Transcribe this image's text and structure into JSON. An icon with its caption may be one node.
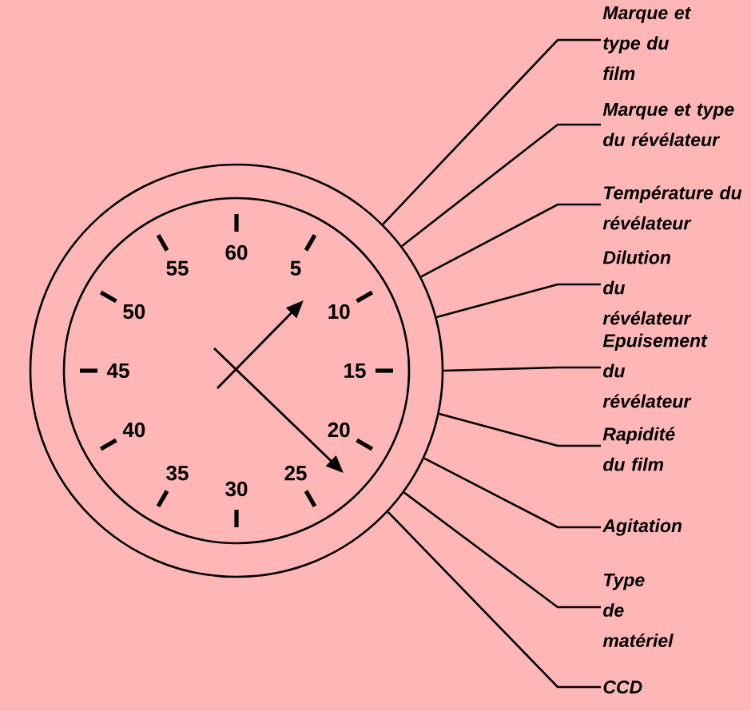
{
  "diagram": {
    "nodes": [
      {
        "text": [],
        "shape": "circle"
      },
      {
        "text": [
          "Marque et type du film"
        ]
      },
      {
        "text": [
          "Marque et type du révélateur"
        ]
      },
      {
        "text": [
          "Température du révélateur"
        ]
      },
      {
        "text": [
          "Dilution du révélateur"
        ]
      },
      {
        "text": [
          "Epuisement du révélateur"
        ]
      },
      {
        "text": [
          "Rapidité du film"
        ]
      },
      {
        "text": [
          "Agitation"
        ]
      },
      {
        "text": [
          "Type de matériel"
        ]
      },
      {
        "text": [
          "CCD"
        ]
      }
    ],
    "edges": [
      {
        "from": 1,
        "to": 0,
        "arrow": "none"
      },
      {
        "from": 2,
        "to": 0,
        "arrow": "none"
      },
      {
        "from": 3,
        "to": 0,
        "arrow": "none"
      },
      {
        "from": 4,
        "to": 0,
        "arrow": "none"
      },
      {
        "from": 5,
        "to": 0,
        "arrow": "none"
      },
      {
        "from": 6,
        "to": 0,
        "arrow": "none"
      },
      {
        "from": 7,
        "to": 0,
        "arrow": "none"
      },
      {
        "from": 8,
        "to": 0,
        "arrow": "none"
      },
      {
        "from": 9,
        "to": 0,
        "arrow": "none"
      }
    ],
    "labels": [
      "60",
      "5",
      "10",
      "15",
      "20",
      "25",
      "30",
      "35",
      "40",
      "45",
      "50",
      "55"
    ]
  }
}
